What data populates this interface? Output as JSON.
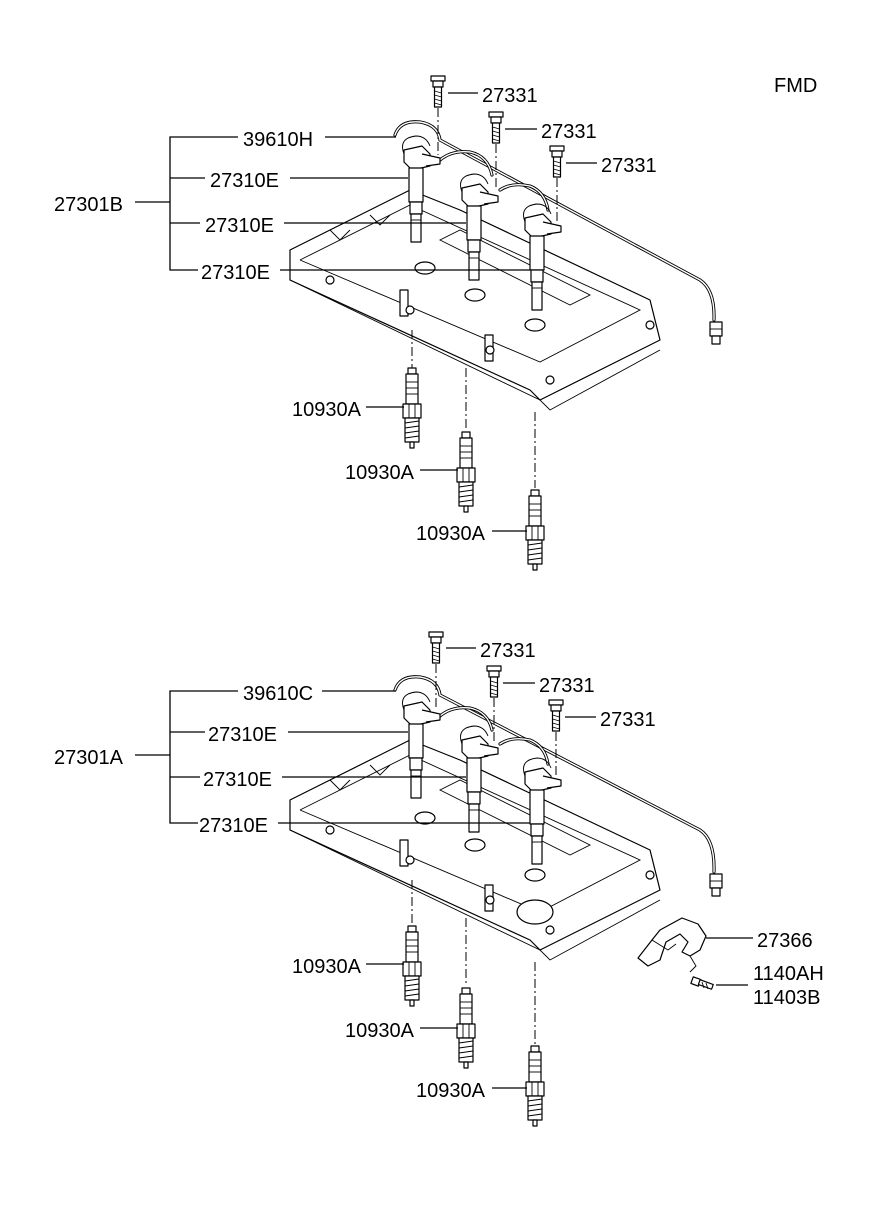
{
  "header": {
    "code": "FMD"
  },
  "upper": {
    "assembly": "27301B",
    "harness": "39610H",
    "coils": [
      "27310E",
      "27310E",
      "27310E"
    ],
    "bolts": [
      "27331",
      "27331",
      "27331"
    ],
    "plugs": [
      "10930A",
      "10930A",
      "10930A"
    ]
  },
  "lower": {
    "assembly": "27301A",
    "harness": "39610C",
    "coils": [
      "27310E",
      "27310E",
      "27310E"
    ],
    "bolts": [
      "27331",
      "27331",
      "27331"
    ],
    "plugs": [
      "10930A",
      "10930A",
      "10930A"
    ],
    "bracket": "27366",
    "bracket_bolts": [
      "1140AH",
      "11403B"
    ]
  }
}
